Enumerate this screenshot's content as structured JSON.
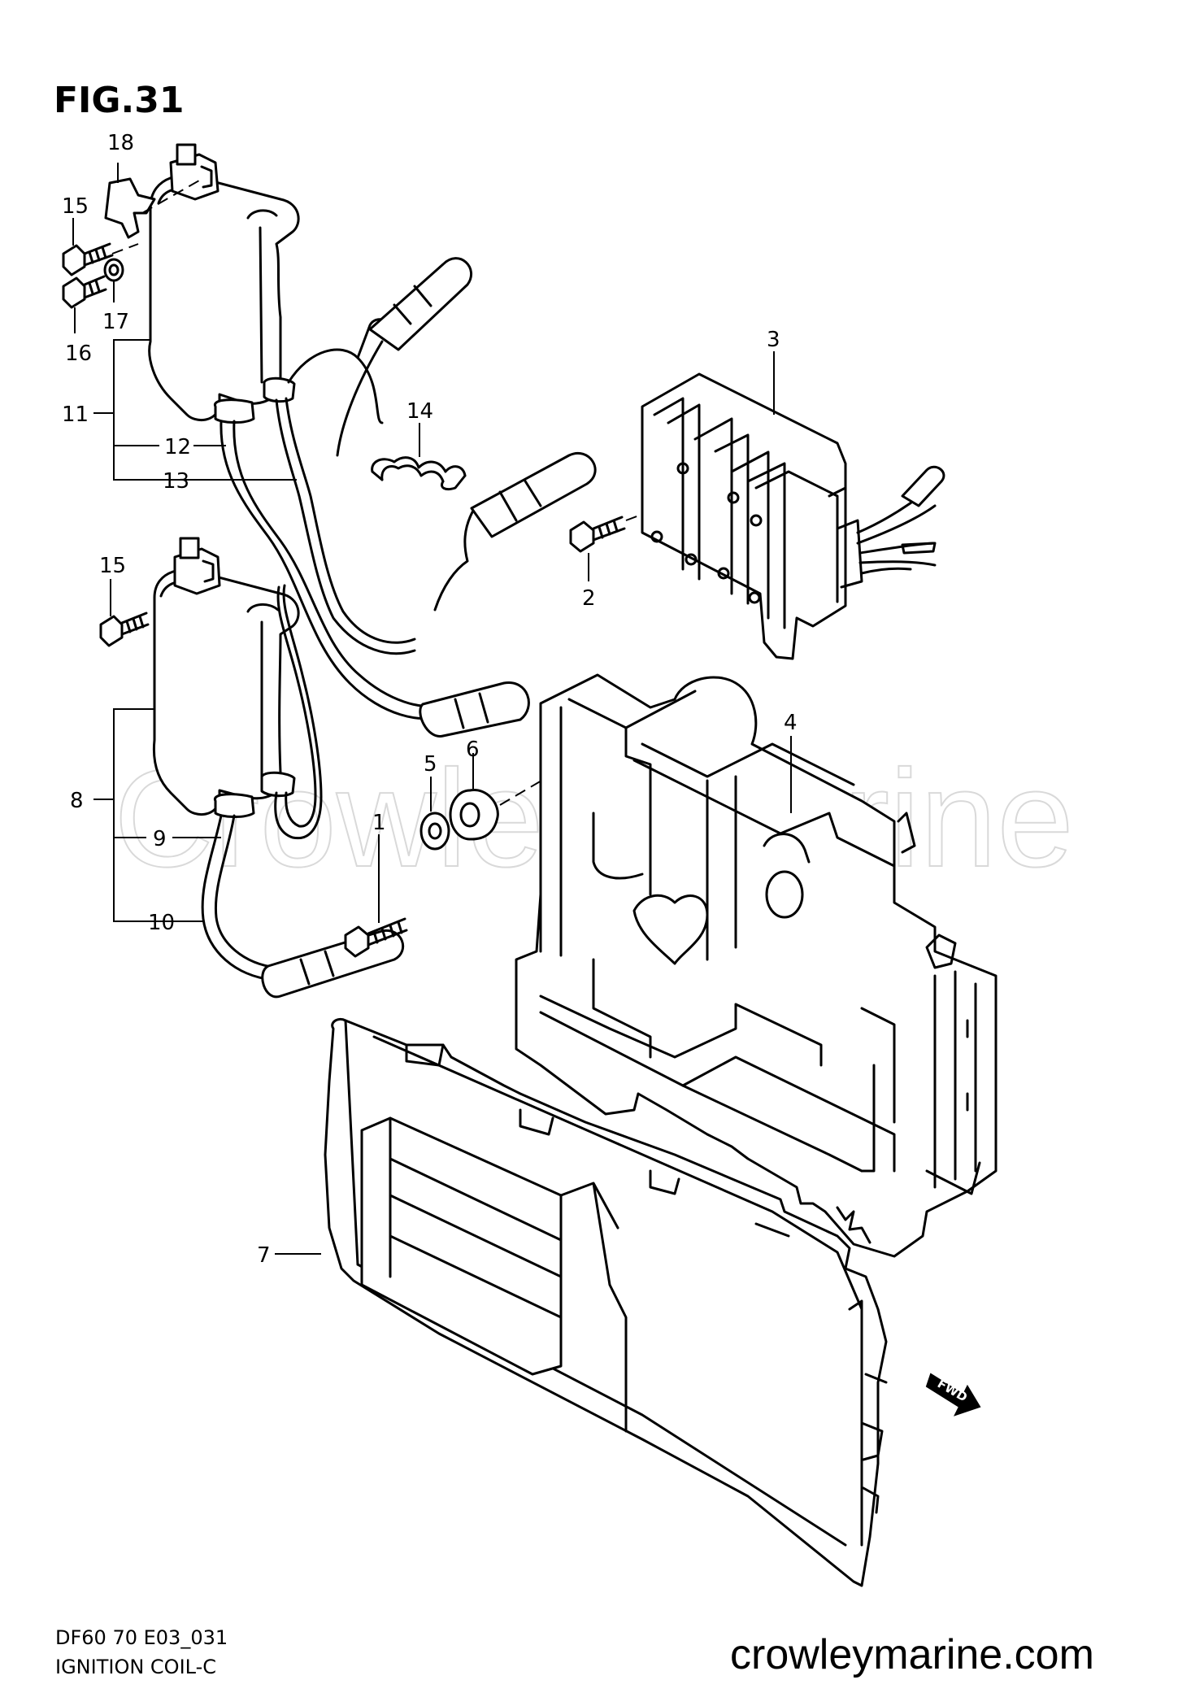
{
  "figure_title": "FIG.31",
  "footer": {
    "model_code": "DF60 70 E03_031",
    "section_title": "IGNITION COIL-C",
    "website": "crowleymarine.com"
  },
  "watermark": "Crowley Marine",
  "fwd_label": "FWD",
  "callouts": [
    "1",
    "2",
    "3",
    "4",
    "5",
    "6",
    "7",
    "8",
    "9",
    "10",
    "11",
    "12",
    "13",
    "14",
    "15",
    "15",
    "16",
    "17",
    "18"
  ]
}
